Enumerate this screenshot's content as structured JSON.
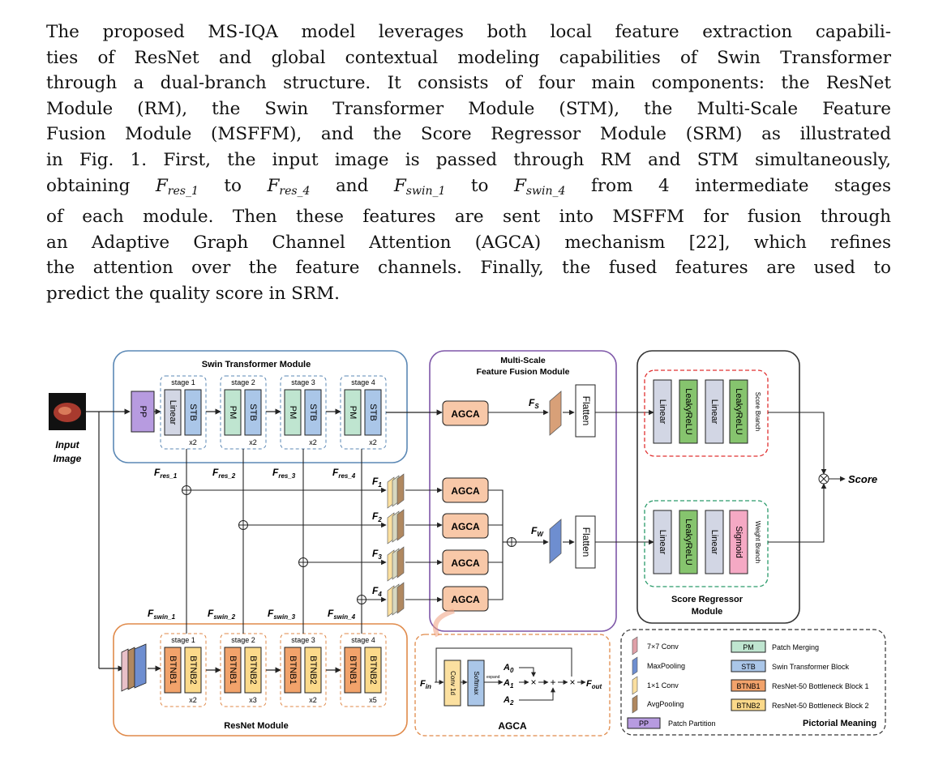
{
  "paragraph": {
    "line1": "The proposed MS-IQA model leverages both local feature extraction capabili-",
    "line2": "ties of ResNet and global contextual modeling capabilities of Swin Transformer",
    "line3": "through a dual-branch structure. It consists of four main components: the ResNet",
    "line4": "Module (RM), the Swin Transformer Module (STM), the Multi-Scale Feature",
    "line5": "Fusion Module (MSFFM), and the Score Regressor Module (SRM) as illustrated",
    "line6": "in Fig. 1. First, the input image is passed through RM and STM simultaneously,",
    "line7_a": "obtaining ",
    "line7_fres": "F",
    "line7_fres_sub1": "res_1",
    "line7_b": " to ",
    "line7_fres_sub4": "res_4",
    "line7_c": " and ",
    "line7_fswin_sub1": "swin_1",
    "line7_fswin_sub4": "swin_4",
    "line7_d": " from 4 intermediate stages",
    "line8": "of each module. Then these features are sent into MSFFM for fusion through",
    "line9": "an Adaptive Graph Channel Attention (AGCA) mechanism [22], which refines",
    "line10": "the attention over the feature channels. Finally, the fused features are used to",
    "line11": "predict the quality score in SRM."
  },
  "figure": {
    "input_label_1": "Input",
    "input_label_2": "Image",
    "swin_module_title": "Swin Transformer Module",
    "resnet_module_title": "ResNet Module",
    "msffm_title_1": "Multi-Scale",
    "msffm_title_2": "Feature Fusion Module",
    "srm_title_1": "Score Regressor",
    "srm_title_2": "Module",
    "pp": "PP",
    "swin_stages": [
      {
        "name": "stage 1",
        "b1": "Linear",
        "b2": "STB",
        "rep": "x2"
      },
      {
        "name": "stage 2",
        "b1": "PM",
        "b2": "STB",
        "rep": "x2"
      },
      {
        "name": "stage 3",
        "b1": "PM",
        "b2": "STB",
        "rep": "x2"
      },
      {
        "name": "stage 4",
        "b1": "PM",
        "b2": "STB",
        "rep": "x2"
      }
    ],
    "res_stages": [
      {
        "name": "stage 1",
        "b1": "BTNB1",
        "b2": "BTNB2",
        "rep": "x2"
      },
      {
        "name": "stage 2",
        "b1": "BTNB1",
        "b2": "BTNB2",
        "rep": "x3"
      },
      {
        "name": "stage 3",
        "b1": "BTNB1",
        "b2": "BTNB2",
        "rep": "x2"
      },
      {
        "name": "stage 4",
        "b1": "BTNB1",
        "b2": "BTNB2",
        "rep": "x5"
      }
    ],
    "f_main": "F",
    "fres_subs": [
      "res_1",
      "res_2",
      "res_3",
      "res_4"
    ],
    "fswin_subs": [
      "swin_1",
      "swin_2",
      "swin_3",
      "swin_4"
    ],
    "f_subs": [
      "1",
      "2",
      "3",
      "4"
    ],
    "fs_sub": "S",
    "fw_sub": "W",
    "agca": "AGCA",
    "flatten": "Flatten",
    "score_branch": {
      "label": "Score Branch",
      "blocks": [
        "Linear",
        "LeakyReLU",
        "Linear",
        "LeakyReLU"
      ]
    },
    "weight_branch": {
      "label": "Weight  Branch",
      "blocks": [
        "Linear",
        "LeakyReLU",
        "Linear",
        "Sigmoid"
      ]
    },
    "score": "Score",
    "otimes": "⊗",
    "oplus": "⊕",
    "agca_detail": {
      "fin_main": "F",
      "fin_sub": "in",
      "conv1d": "Conv 1d",
      "softmax": "Softmax",
      "expand": "expand",
      "a_main": "A",
      "a_subs": [
        "0",
        "1",
        "2"
      ],
      "times": "×",
      "plus": "+",
      "fout_main": "F",
      "fout_sub": "out",
      "title": "AGCA"
    },
    "legend": {
      "items": [
        {
          "label": "7×7 Conv"
        },
        {
          "label": "MaxPooling"
        },
        {
          "label": "1×1 Conv"
        },
        {
          "label": "AvgPooling"
        },
        {
          "tag": "PM",
          "label": "Patch Merging"
        },
        {
          "tag": "STB",
          "label": "Swin Transformer Block"
        },
        {
          "tag": "BTNB1",
          "label": "ResNet-50 Bottleneck Block 1"
        },
        {
          "tag": "BTNB2",
          "label": "ResNet-50 Bottleneck Block 2"
        },
        {
          "tag": "PP",
          "label": "Patch Partition"
        }
      ],
      "title": "Pictorial Meaning"
    },
    "colors": {
      "swin_border": "#5b88b5",
      "resnet_border": "#e08a4a",
      "msffm_border": "#7e57a8",
      "srm_border": "#333333",
      "linear": "#d2d6e4",
      "stb": "#aac6e8",
      "pm": "#bfe5d0",
      "btnb1": "#f2a36b",
      "btnb2": "#fbd98a",
      "pp": "#b79be0",
      "agca": "#f8c8a8",
      "leaky": "#86c46e",
      "sigmoid": "#f5a9c4",
      "score_branch": "#e03030",
      "weight_branch": "#2a9a6a"
    }
  }
}
